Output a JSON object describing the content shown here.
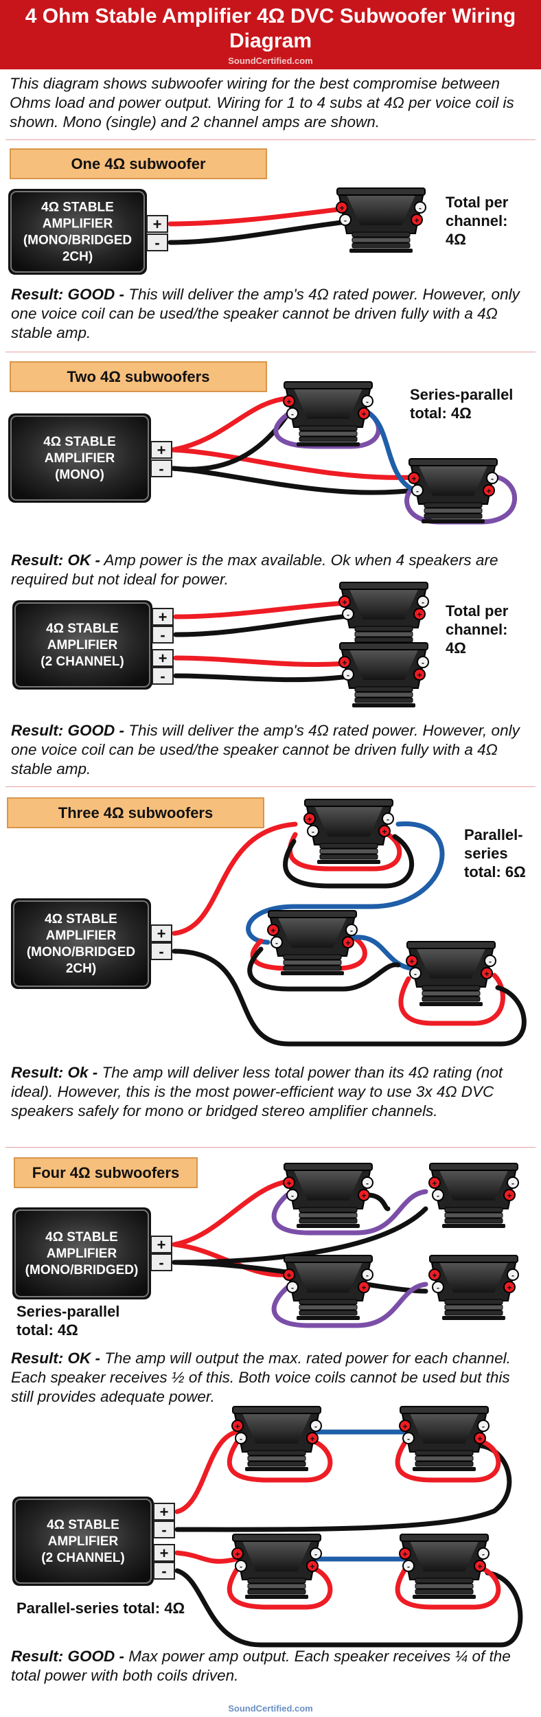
{
  "header": {
    "title_line1": "4 Ohm Stable Amplifier 4Ω DVC Subwoofer Wiring",
    "title_line2": "Diagram",
    "brand": "SoundCertified.com"
  },
  "intro": "This diagram shows subwoofer wiring for the best compromise between Ohms load and power output. Wiring for 1 to 4 subs at 4Ω per voice coil is shown. Mono (single) and 2 channel amps are shown.",
  "sections": {
    "one": {
      "title": "One 4Ω subwoofer",
      "amp_lines": [
        "4Ω STABLE",
        "AMPLIFIER",
        "(MONO/BRIDGED",
        "2CH)"
      ],
      "label": "Total per channel: 4Ω",
      "result_head": "Result: GOOD -",
      "result_body": " This will deliver the amp's 4Ω rated power. However, only one voice coil can be used/the speaker cannot be driven fully with a 4Ω stable amp."
    },
    "two": {
      "title": "Two 4Ω subwoofers",
      "amp_lines": [
        "4Ω STABLE",
        "AMPLIFIER",
        "(MONO)"
      ],
      "label": "Series-parallel total: 4Ω",
      "result_head": "Result: OK -",
      "result_body": " Amp power is the max available. Ok when 4 speakers are required but not ideal for power."
    },
    "two_b": {
      "amp_lines": [
        "4Ω STABLE",
        "AMPLIFIER",
        "(2 CHANNEL)"
      ],
      "label": "Total per channel: 4Ω",
      "result_head": "Result: GOOD -",
      "result_body": " This will deliver the amp's 4Ω rated power. However, only one voice coil can be used/the speaker cannot be driven fully with a 4Ω stable amp."
    },
    "three": {
      "title": "Three 4Ω subwoofers",
      "amp_lines": [
        "4Ω STABLE",
        "AMPLIFIER",
        "(MONO/BRIDGED",
        "2CH)"
      ],
      "label": "Parallel-series total: 6Ω",
      "result_head": "Result: Ok -",
      "result_body": " The amp will deliver less total power than its 4Ω rating (not ideal). However, this is the most power-efficient way to use 3x 4Ω DVC speakers safely for mono or bridged stereo amplifier channels."
    },
    "four": {
      "title": "Four 4Ω subwoofers",
      "amp_lines": [
        "4Ω STABLE",
        "AMPLIFIER",
        "(MONO/BRIDGED)"
      ],
      "label": "Series-parallel total: 4Ω",
      "result_head": "Result: OK -",
      "result_body": " The amp will output the max. rated power for each channel. Each speaker receives ½ of this. Both voice coils cannot be used but this still provides adequate power."
    },
    "four_b": {
      "amp_lines": [
        "4Ω STABLE",
        "AMPLIFIER",
        "(2 CHANNEL)"
      ],
      "label": "Parallel-series total: 4Ω",
      "result_head": "Result: GOOD -",
      "result_body": " Max power amp output. Each speaker receives ¼ of the total power with both coils driven."
    }
  },
  "terminal_plus": "+",
  "terminal_minus": "-",
  "footer": "SoundCertified.com",
  "colors": {
    "header_bg": "#c8151b",
    "label_bg": "#f7bf7c",
    "wire_red": "#ee1c24",
    "wire_black": "#111111",
    "wire_purple": "#7b4fa8",
    "wire_blue": "#1f5ea8"
  }
}
